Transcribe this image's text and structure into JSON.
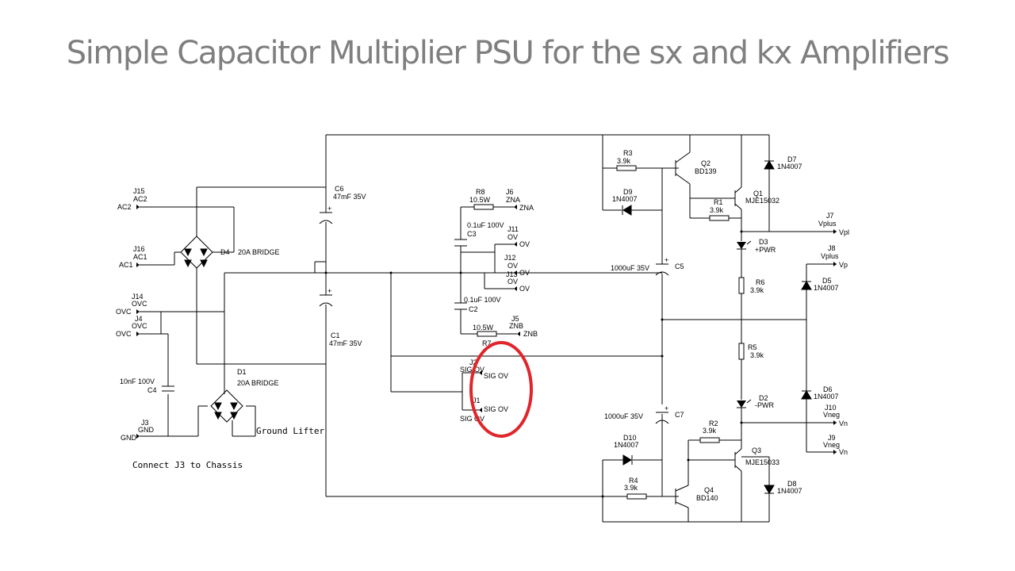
{
  "title": "Simple Capacitor Multiplier PSU for the sx and kx Amplifiers",
  "notes": {
    "ground_lifter": "Ground Lifter",
    "connect": "Connect J3 to Chassis"
  },
  "highlight_color": "#e0252b",
  "connectors": {
    "j15": {
      "ref": "J15",
      "name": "AC2",
      "net": "AC2"
    },
    "j16": {
      "ref": "J16",
      "name": "AC1",
      "net": "AC1"
    },
    "j14": {
      "ref": "J14",
      "name": "OVC",
      "net": "OVC"
    },
    "j4": {
      "ref": "J4",
      "name": "OVC",
      "net": "OVC"
    },
    "j3": {
      "ref": "J3",
      "name": "GND",
      "net": "GND"
    },
    "j6": {
      "ref": "J6",
      "name": "ZNA",
      "net": "ZNA"
    },
    "j11": {
      "ref": "J11",
      "name": "OV",
      "net": "OV"
    },
    "j12": {
      "ref": "J12",
      "name": "OV",
      "net": "OV"
    },
    "j13": {
      "ref": "J13",
      "name": "OV",
      "net": "OV"
    },
    "j5": {
      "ref": "J5",
      "name": "ZNB",
      "net": "ZNB"
    },
    "j2": {
      "ref": "J2",
      "name": "SIG OV",
      "net": "SIG OV"
    },
    "j1": {
      "ref": "J1",
      "name": "SIG OV",
      "net": "SIG OV"
    },
    "j7": {
      "ref": "J7",
      "name": "Vplus",
      "net": "Vpl"
    },
    "j8": {
      "ref": "J8",
      "name": "Vplus",
      "net": "Vp"
    },
    "j10": {
      "ref": "J10",
      "name": "Vneg",
      "net": "Vn"
    },
    "j9": {
      "ref": "J9",
      "name": "Vneg",
      "net": "Vn"
    }
  },
  "parts": {
    "c6": {
      "ref": "C6",
      "value": "47mF 35V"
    },
    "c1": {
      "ref": "C1",
      "value": "47mF 35V"
    },
    "c3": {
      "ref": "C3",
      "value": "0.1uF 100V"
    },
    "c2": {
      "ref": "C2",
      "value": "0.1uF 100V"
    },
    "c4": {
      "ref": "C4",
      "value": "10nF 100V"
    },
    "c5": {
      "ref": "C5",
      "value": "1000uF 35V"
    },
    "c7": {
      "ref": "C7",
      "value": "1000uF 35V"
    },
    "d4": {
      "ref": "D4",
      "value": "20A BRIDGE"
    },
    "d1": {
      "ref": "D1",
      "value": "20A BRIDGE"
    },
    "r8": {
      "ref": "R8",
      "value": "10.5W"
    },
    "r7": {
      "ref": "R7",
      "value": "10.5W"
    },
    "r3": {
      "ref": "R3",
      "value": "3.9k"
    },
    "r1": {
      "ref": "R1",
      "value": "3.9k"
    },
    "r6": {
      "ref": "R6",
      "value": "3.9k"
    },
    "r5": {
      "ref": "R5",
      "value": "3.9k"
    },
    "r2": {
      "ref": "R2",
      "value": "3.9k"
    },
    "r4": {
      "ref": "R4",
      "value": "3.9k"
    },
    "q2": {
      "ref": "Q2",
      "value": "BD139"
    },
    "q1": {
      "ref": "Q1",
      "value": "MJE15032"
    },
    "q3": {
      "ref": "Q3",
      "value": "MJE15033"
    },
    "q4": {
      "ref": "Q4",
      "value": "BD140"
    },
    "d9": {
      "ref": "D9",
      "value": "1N4007"
    },
    "d10": {
      "ref": "D10",
      "value": "1N4007"
    },
    "d7": {
      "ref": "D7",
      "value": "1N4007"
    },
    "d5": {
      "ref": "D5",
      "value": "1N4007"
    },
    "d6": {
      "ref": "D6",
      "value": "1N4007"
    },
    "d8": {
      "ref": "D8",
      "value": "1N4007"
    },
    "d3": {
      "ref": "D3",
      "value": "+PWR"
    },
    "d2": {
      "ref": "D2",
      "value": "-PWR"
    }
  }
}
